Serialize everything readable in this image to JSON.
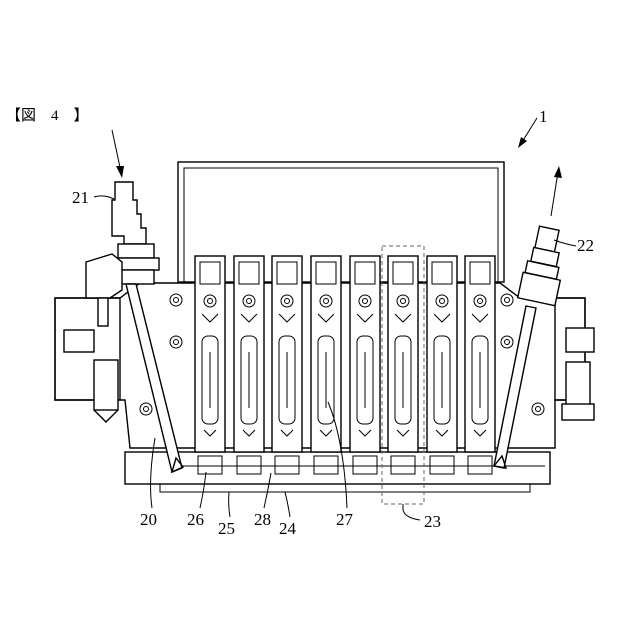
{
  "figure": {
    "caption": "【図　4　】"
  },
  "labels": {
    "r1": "1",
    "r20": "20",
    "r21": "21",
    "r22": "22",
    "r23": "23",
    "r24": "24",
    "r25": "25",
    "r26": "26",
    "r27": "27",
    "r28": "28"
  },
  "units": {
    "count": 8
  }
}
